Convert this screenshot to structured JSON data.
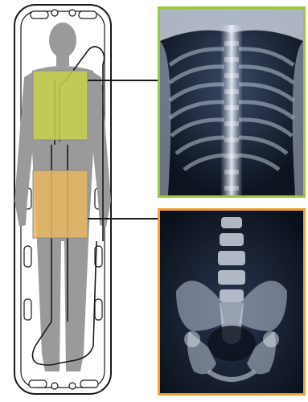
{
  "colors": {
    "board_outline": "#1a1a1a",
    "body_silhouette": "#9a9a9a",
    "thorax_region": "#c8d24a",
    "pelvis_region": "#e8b860",
    "thorax_frame": "#9ac83c",
    "pelvis_frame": "#f0a030",
    "connector_line": "#1a1a1a"
  },
  "icons": {
    "board": "spine-board-icon",
    "body": "human-body-silhouette",
    "thorax_xray": "chest-xray-image",
    "pelvis_xray": "pelvis-xray-image"
  }
}
